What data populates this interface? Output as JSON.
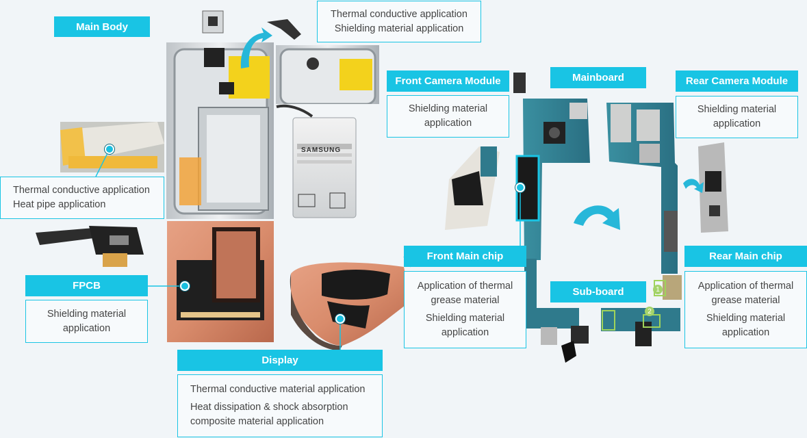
{
  "colors": {
    "accent": "#19c4e4",
    "border": "#19c4e4",
    "text": "#444444",
    "background": "#f1f5f8"
  },
  "main_body": {
    "label": "Main Body"
  },
  "top_box": {
    "lines": [
      "Thermal conductive application",
      "Shielding material application"
    ]
  },
  "left_box": {
    "lines": [
      "Thermal conductive application",
      "Heat pipe application"
    ]
  },
  "fpcb": {
    "label": "FPCB",
    "lines": [
      "Shielding material",
      "application"
    ]
  },
  "display": {
    "label": "Display",
    "lines": [
      "Thermal conductive material application",
      "Heat dissipation & shock absorption",
      "composite material application"
    ]
  },
  "front_camera": {
    "label": "Front Camera Module",
    "lines": [
      "Shielding material",
      "application"
    ]
  },
  "mainboard": {
    "label": "Mainboard"
  },
  "rear_camera": {
    "label": "Rear Camera Module",
    "lines": [
      "Shielding material",
      "application"
    ]
  },
  "front_main_chip": {
    "label": "Front Main chip",
    "lines": [
      "Application of thermal",
      "grease material",
      "Shielding material",
      "application"
    ]
  },
  "rear_main_chip": {
    "label": "Rear Main chip",
    "lines": [
      "Application of thermal",
      "grease material",
      "Shielding material",
      "application"
    ]
  },
  "sub_board": {
    "label": "Sub-board"
  },
  "battery": {
    "brand": "SAMSUNG"
  },
  "markers": [
    "1",
    "2"
  ]
}
